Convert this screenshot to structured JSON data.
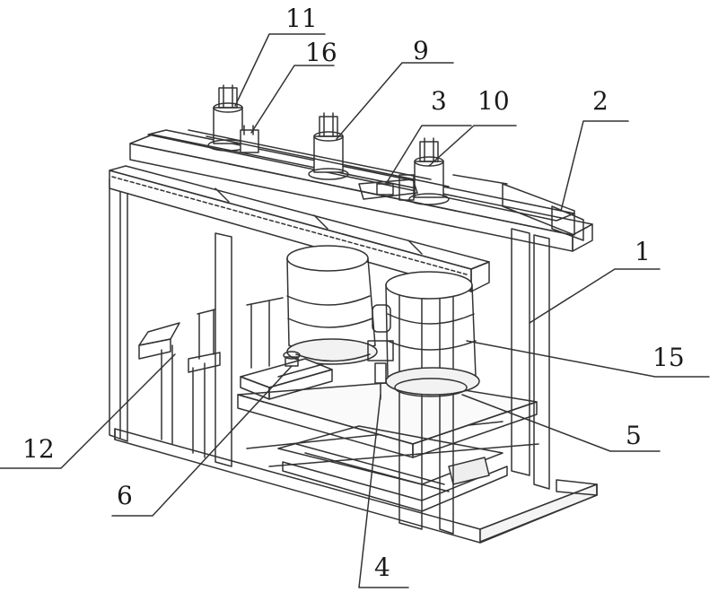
{
  "diagram": {
    "labels": {
      "l1": "1",
      "l2": "2",
      "l3": "3",
      "l4": "4",
      "l5": "5",
      "l6": "6",
      "l9": "9",
      "l10": "10",
      "l11": "11",
      "l12": "12",
      "l15": "15",
      "l16": "16"
    }
  }
}
